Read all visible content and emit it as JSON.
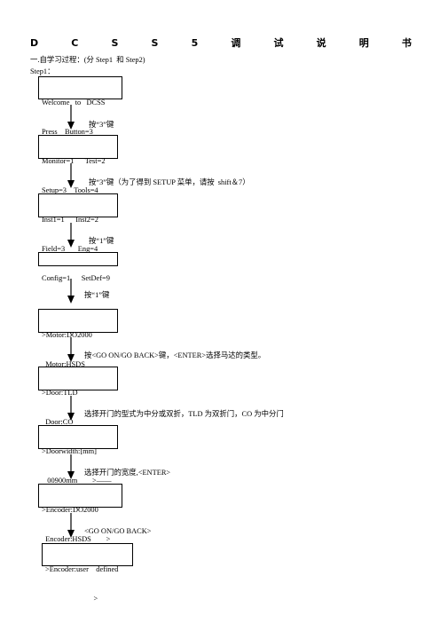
{
  "title_chars": [
    "D",
    "C",
    "S",
    "S",
    "5",
    "调",
    "试",
    "说",
    "明",
    "书"
  ],
  "intro": "一.自学习过程：(分 Step1  和 Step2)",
  "step_label": "Step1：",
  "boxes": [
    {
      "line1": "Welcome   to   DCSS",
      "line2": "Press    Button=3"
    },
    {
      "line1": "Monitor=1      Test=2",
      "line2": "Setup=3    Tools=4"
    },
    {
      "line1": "Inst1=1      Inst2=2",
      "line2": "Field=3       Eng=4"
    },
    {
      "line1": "Config=1      SetDef=9",
      "line2": ""
    },
    {
      "line1": ">Motor:DO2000",
      "line2": "  Motor:HSDS"
    },
    {
      "line1": ">Door:TLD",
      "line2": "  Door:CO"
    },
    {
      "line1": ">Doorwidth:[mm]",
      "line2": "   00900mm        >——"
    },
    {
      "line1": ">Encoder:DO2000",
      "line2": "  Encoder:HSDS        >"
    },
    {
      "line1": ">Encoder:user    defined",
      "line2": "                          >"
    }
  ],
  "instructions": [
    "按“3”键",
    "按“3”键（为了得到 SETUP 菜单，请按  shift＆7）",
    "按“1”键",
    "按“1”键",
    "按<GO ON/GO BACK>键，<ENTER>选择马达的类型。",
    "选择开门的型式为中分或双折，TLD 为双折门，CO 为中分门",
    "选择开门的宽度,<ENTER>",
    "<GO ON/GO BACK>"
  ]
}
